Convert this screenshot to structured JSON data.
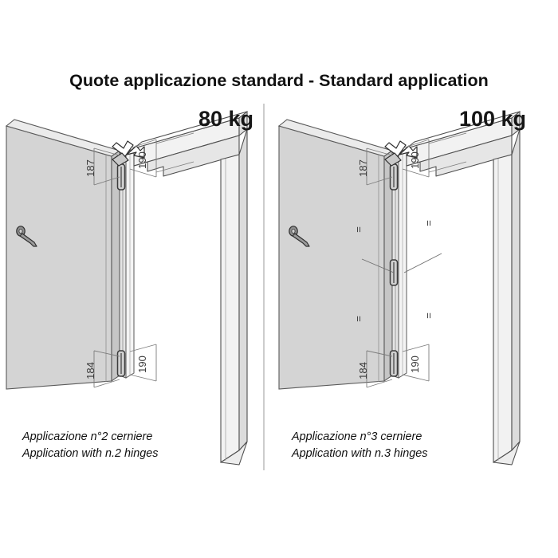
{
  "page": {
    "title": "Quote applicazione standard - Standard application",
    "background": "#ffffff"
  },
  "colors": {
    "door_face": "#d4d4d4",
    "door_edge_top": "#e9e9e9",
    "door_edge_side": "#c2c2c2",
    "frame_face": "#f2f2f2",
    "frame_side": "#dcdcdc",
    "hinge": "#4a4a4a",
    "outline": "#4a4a4a",
    "dim_line": "#7a7a7a",
    "text": "#111111",
    "divider": "#9a9a9a"
  },
  "panels": [
    {
      "id": "left",
      "weight_label": "80 kg",
      "caption_it": "Applicazione n°2 cerniere",
      "caption_en": "Application with n.2 hinges",
      "hinge_count": 2,
      "dimensions": {
        "top_left": "187",
        "top_right": "190",
        "bottom_left": "184",
        "bottom_right": "190"
      }
    },
    {
      "id": "right",
      "weight_label": "100 kg",
      "caption_it": "Applicazione n°3 cerniere",
      "caption_en": "Application with n.3 hinges",
      "hinge_count": 3,
      "dimensions": {
        "top_left": "187",
        "top_right": "190",
        "bottom_left": "184",
        "bottom_right": "190"
      }
    }
  ],
  "break_mark": "="
}
